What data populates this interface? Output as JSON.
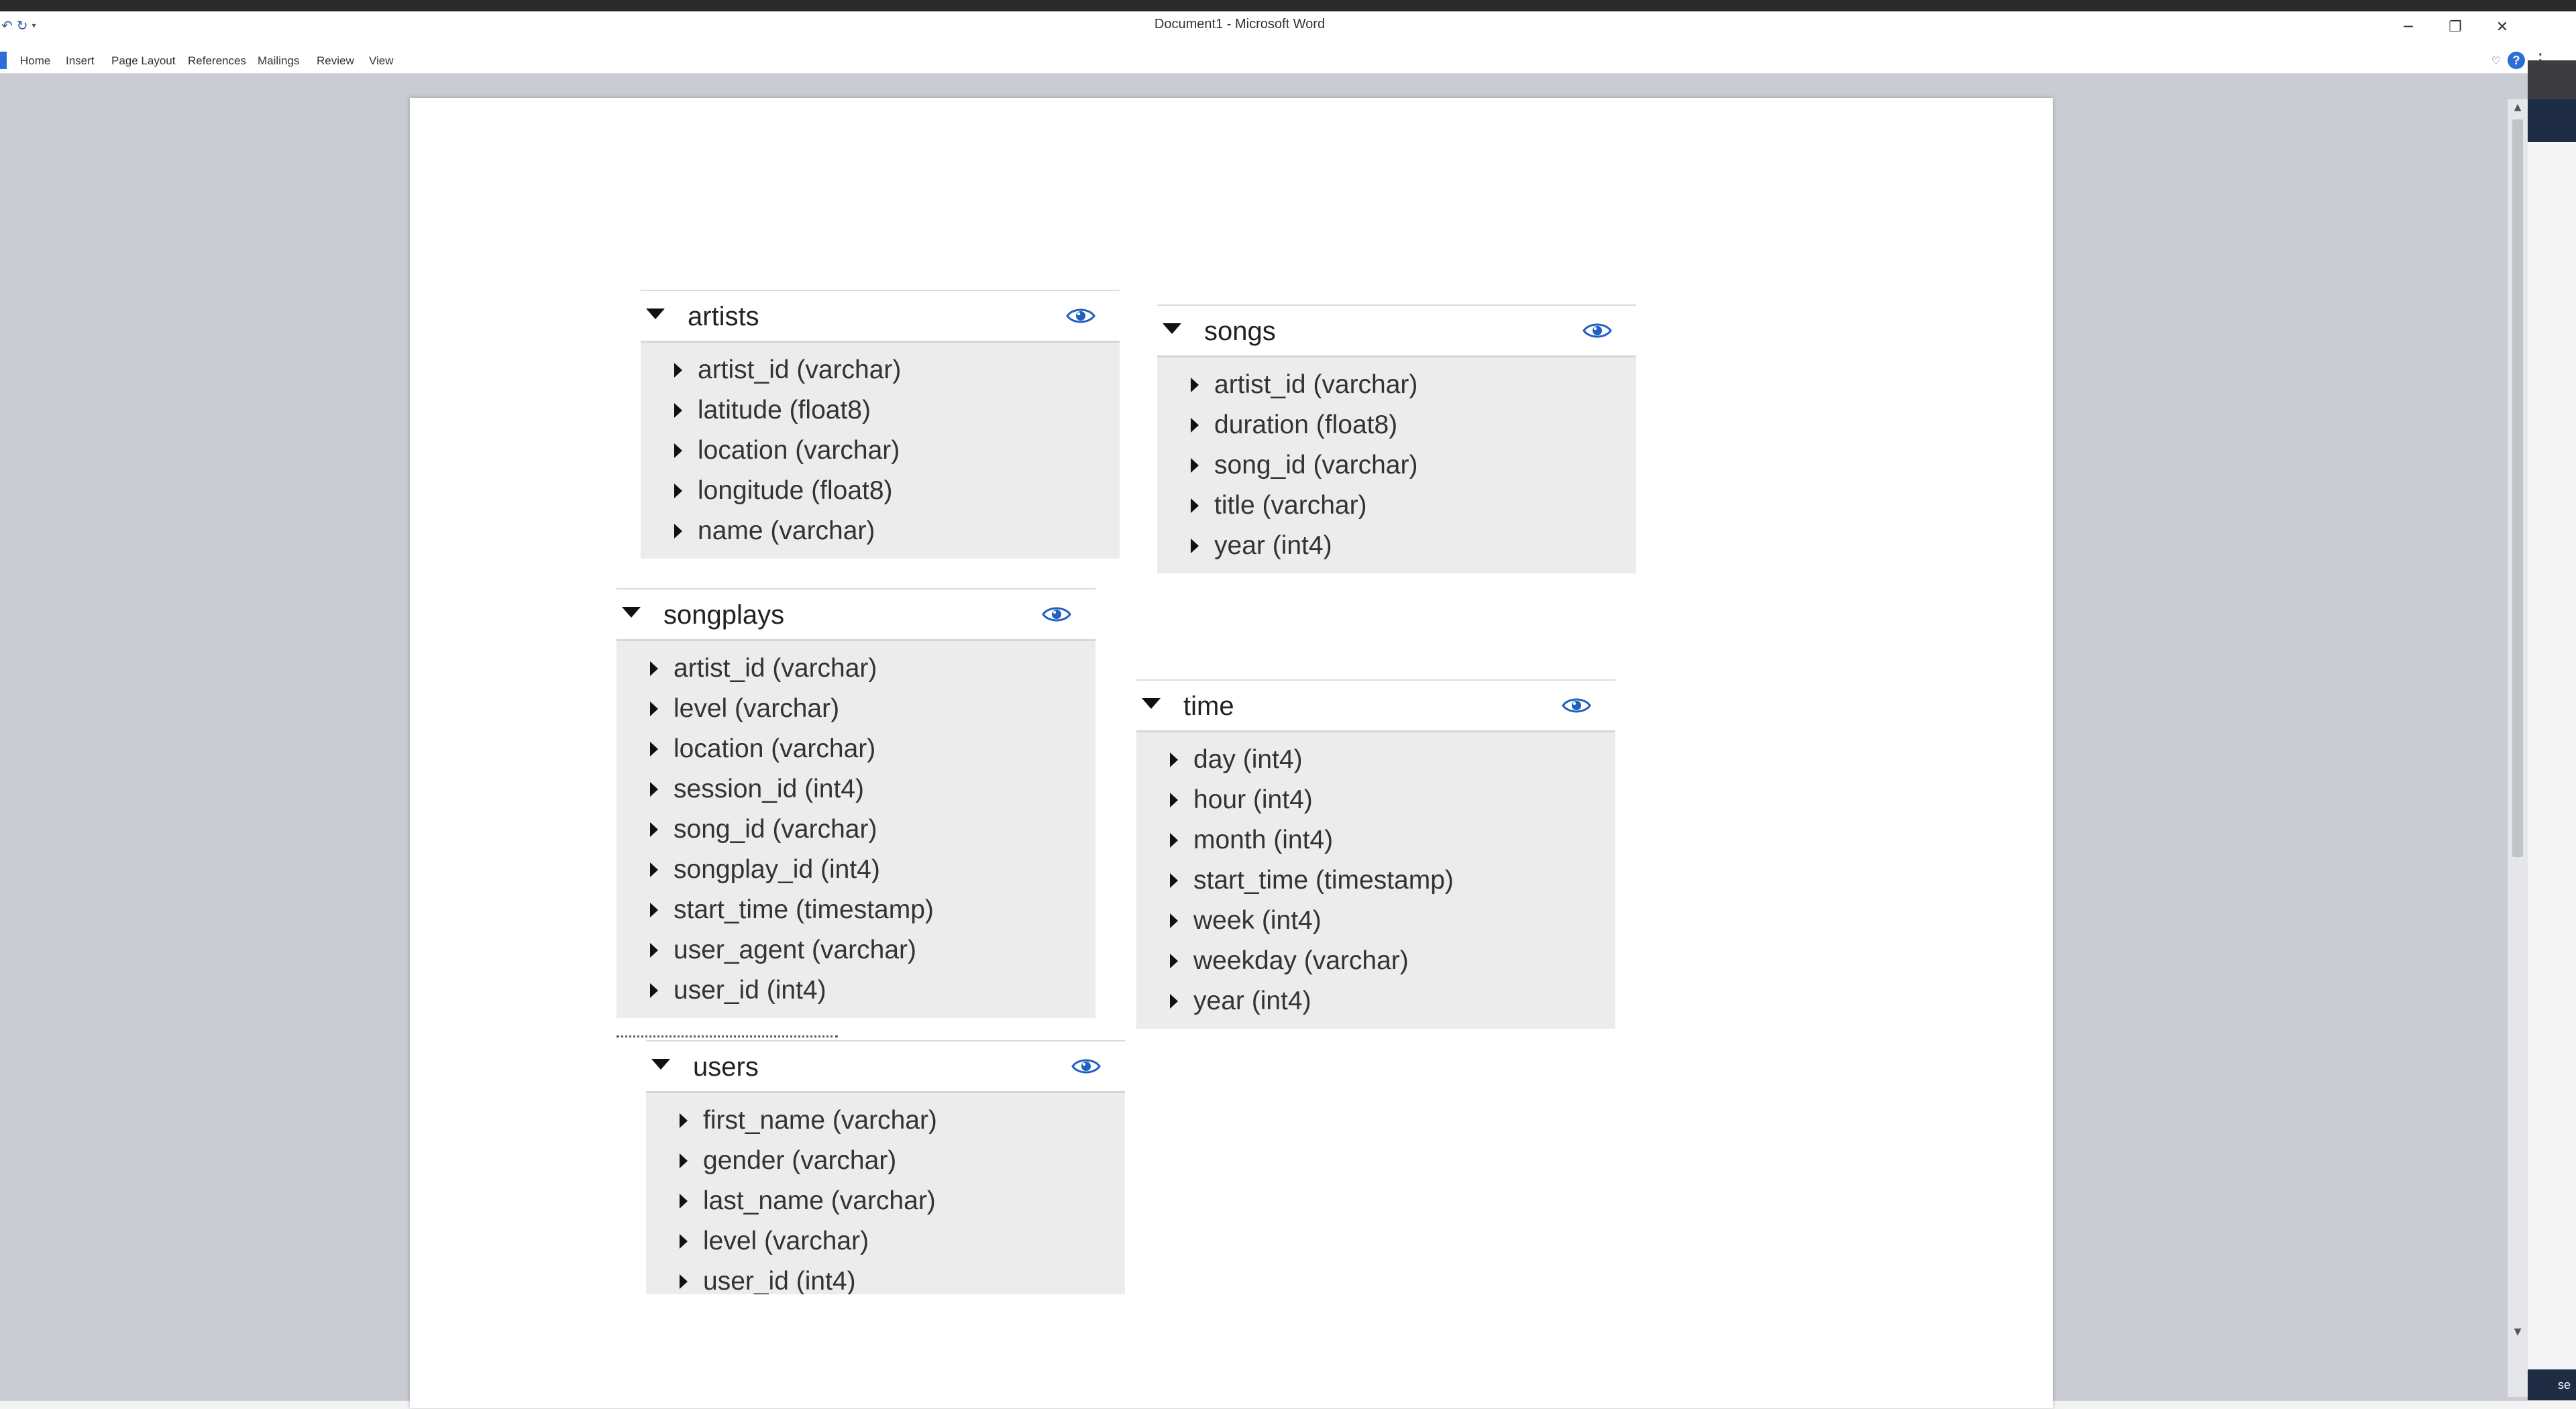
{
  "window": {
    "title": "Document1 - Microsoft Word",
    "minimize_glyph": "─",
    "restore_glyph": "❐",
    "close_glyph": "✕"
  },
  "quick_access": {
    "undo_glyph": "↶",
    "redo_glyph": "↻",
    "customize_glyph": "▾"
  },
  "ribbon": {
    "tabs": [
      {
        "label": "Home"
      },
      {
        "label": "Insert"
      },
      {
        "label": "Page Layout"
      },
      {
        "label": "References"
      },
      {
        "label": "Mailings"
      },
      {
        "label": "Review"
      },
      {
        "label": "View"
      }
    ],
    "help_label": "?",
    "collapse_glyph": "♡",
    "more_glyph": "⋮"
  },
  "sidepane": {
    "button_text": "se"
  },
  "scrollbar": {
    "up_glyph": "▲",
    "down_glyph": "▼"
  },
  "colors": {
    "accent": "#2b6fd6",
    "eye": "#2060c0",
    "table_body": "#ececec"
  },
  "schema": {
    "artists": {
      "name": "artists",
      "columns": [
        "artist_id (varchar)",
        "latitude (float8)",
        "location (varchar)",
        "longitude (float8)",
        "name (varchar)"
      ]
    },
    "songs": {
      "name": "songs",
      "columns": [
        "artist_id (varchar)",
        "duration (float8)",
        "song_id (varchar)",
        "title (varchar)",
        "year (int4)"
      ]
    },
    "songplays": {
      "name": "songplays",
      "columns": [
        "artist_id (varchar)",
        "level (varchar)",
        "location (varchar)",
        "session_id (int4)",
        "song_id (varchar)",
        "songplay_id (int4)",
        "start_time (timestamp)",
        "user_agent (varchar)",
        "user_id (int4)"
      ]
    },
    "time": {
      "name": "time",
      "columns": [
        "day (int4)",
        "hour (int4)",
        "month (int4)",
        "start_time (timestamp)",
        "week (int4)",
        "weekday (varchar)",
        "year (int4)"
      ]
    },
    "users": {
      "name": "users",
      "columns": [
        "first_name (varchar)",
        "gender (varchar)",
        "last_name (varchar)",
        "level (varchar)",
        "user_id (int4)"
      ]
    }
  }
}
